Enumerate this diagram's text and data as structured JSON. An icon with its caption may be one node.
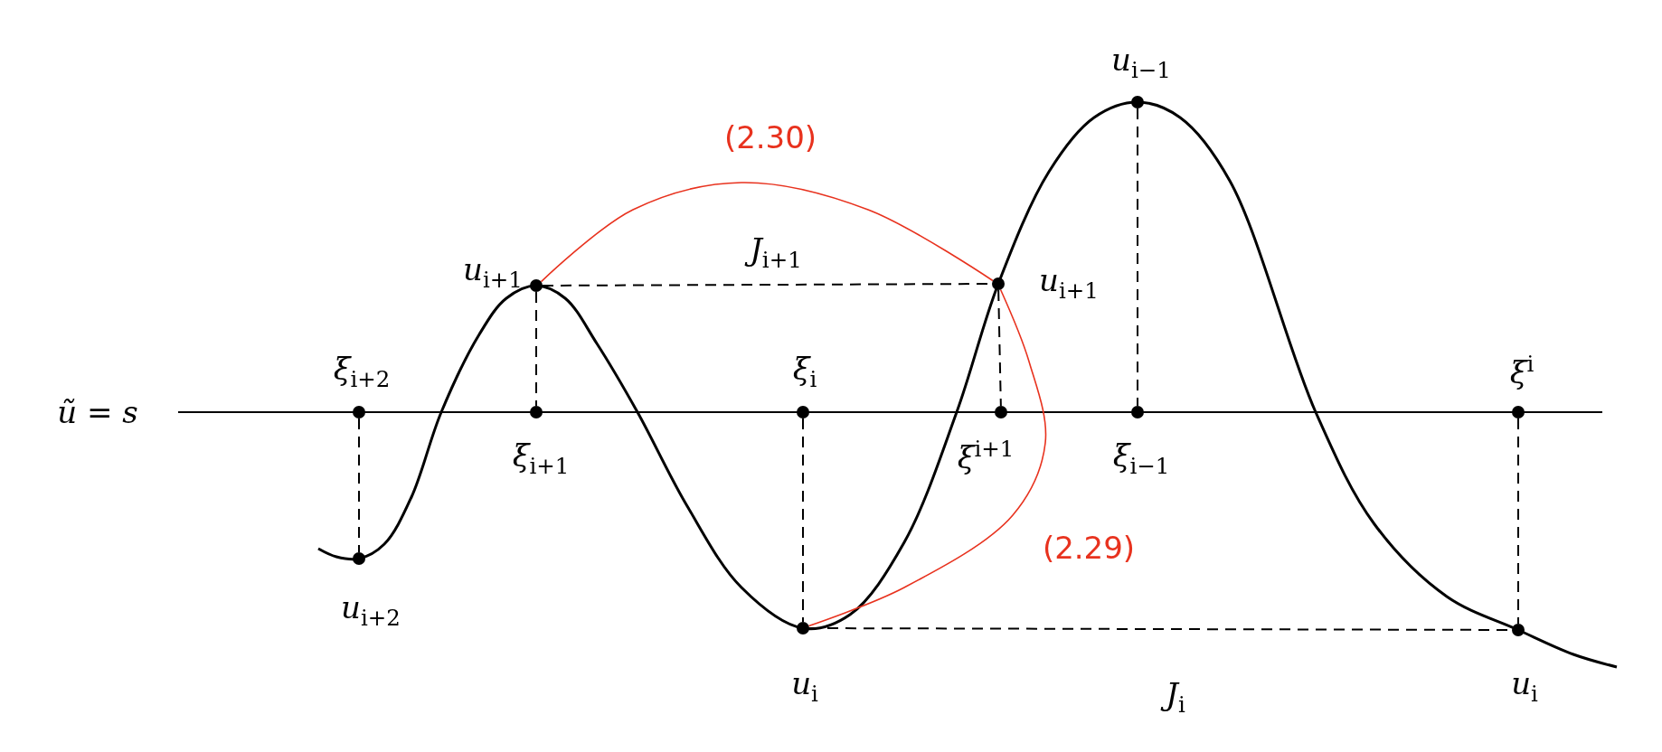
{
  "diagram": {
    "nodes": [
      {
        "text": [
          "*u*$_{i−1}$"
        ]
      },
      {
        "text": [
          "*u*$_{i+1}$"
        ]
      },
      {
        "text": [
          "*u*$_{i+1}$"
        ]
      },
      {
        "text": [
          "*ξ*$_{i+2}$"
        ]
      },
      {
        "text": [
          "*ξ*$_{i+1}$"
        ]
      },
      {
        "text": [
          "*ξ*$_{i}$"
        ]
      },
      {
        "text": [
          "*ξ*$^{i+1}$"
        ]
      },
      {
        "text": [
          "*ξ*$_{i−1}$"
        ]
      },
      {
        "text": [
          "*ξ*$^{i}$"
        ]
      },
      {
        "text": [
          "*u*$_{i+2}$"
        ]
      },
      {
        "text": [
          "*u*$_{i}$"
        ]
      },
      {
        "text": [
          "*u*$_{i}$"
        ]
      }
    ],
    "edges": [
      {
        "from": 1,
        "to": 2,
        "arrow": "none",
        "style": "dashed",
        "label": "*J*$_{i+1}$"
      },
      {
        "from": 1,
        "to": 4,
        "arrow": "none",
        "style": "dashed"
      },
      {
        "from": 2,
        "to": 6,
        "arrow": "none",
        "style": "dashed"
      },
      {
        "from": 0,
        "to": 7,
        "arrow": "none",
        "style": "dashed"
      },
      {
        "from": 3,
        "to": 9,
        "arrow": "none",
        "style": "dashed"
      },
      {
        "from": 5,
        "to": 10,
        "arrow": "none",
        "style": "dashed"
      },
      {
        "from": 8,
        "to": 11,
        "arrow": "none",
        "style": "dashed"
      },
      {
        "from": 10,
        "to": 11,
        "arrow": "none",
        "style": "dashed",
        "label": "*J*$_{i}$"
      },
      {
        "from": 1,
        "to": 2,
        "arrow": "none",
        "color": "#e8321e",
        "label": "(2.30)"
      },
      {
        "from": 2,
        "to": 10,
        "arrow": "none",
        "color": "#e8321e",
        "label": "(2.29)"
      }
    ],
    "labels": [
      "*ũ* = *s*"
    ]
  }
}
